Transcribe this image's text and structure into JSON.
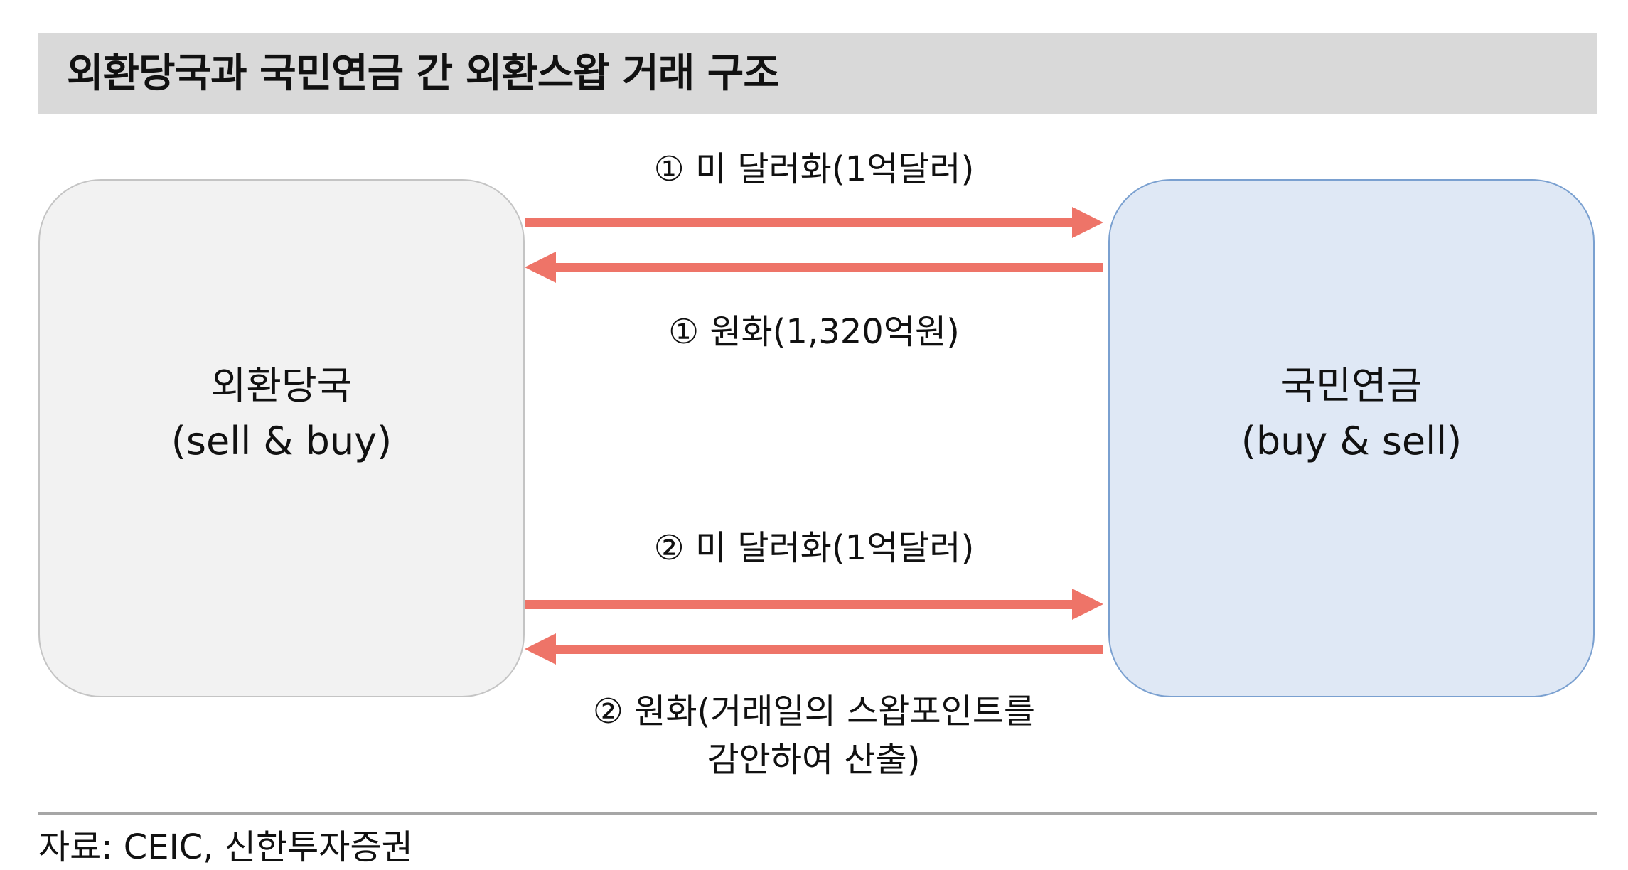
{
  "title": "외환당국과 국민연금 간 외환스왑 거래 구조",
  "left_box": {
    "name": "외환당국",
    "role": "(sell & buy)"
  },
  "right_box": {
    "name": "국민연금",
    "role": "(buy & sell)"
  },
  "flows": {
    "step1_usd": "① 미 달러화(1억달러)",
    "step1_krw": "① 원화(1,320억원)",
    "step2_usd": "② 미 달러화(1억달러)",
    "step2_krw_line1": "② 원화(거래일의 스왑포인트를",
    "step2_krw_line2": "감안하여 산출)"
  },
  "source": "자료: CEIC, 신한투자증권",
  "colors": {
    "arrow": "#ee7468",
    "left_box": "#f2f2f2",
    "right_box": "#dfe8f5",
    "title_bar": "#d9d9d9"
  }
}
